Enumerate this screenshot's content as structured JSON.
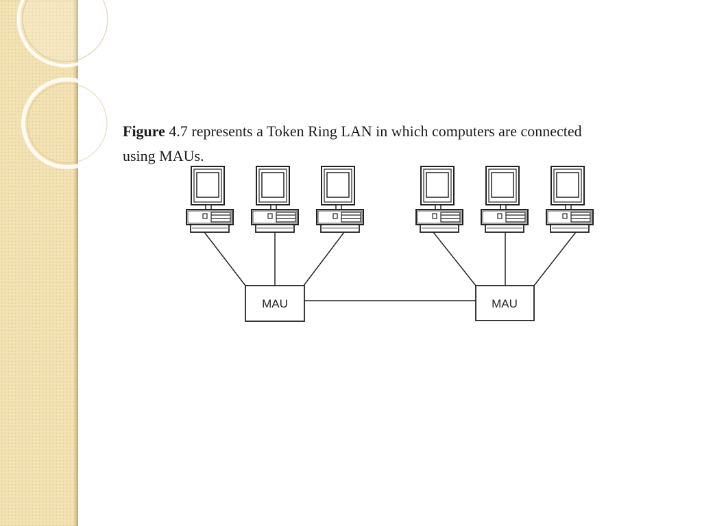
{
  "slide": {
    "text_bold": "Figure",
    "text_rest": " 4.7 represents a Token Ring LAN in which computers are connected using MAUs."
  },
  "diagram": {
    "left_hub_label": "MAU",
    "right_hub_label": "MAU"
  },
  "colors": {
    "strip_background": "#f3e2b3",
    "line_color": "#222222"
  },
  "icons": [
    "computer-icon",
    "decorative-rings"
  ]
}
